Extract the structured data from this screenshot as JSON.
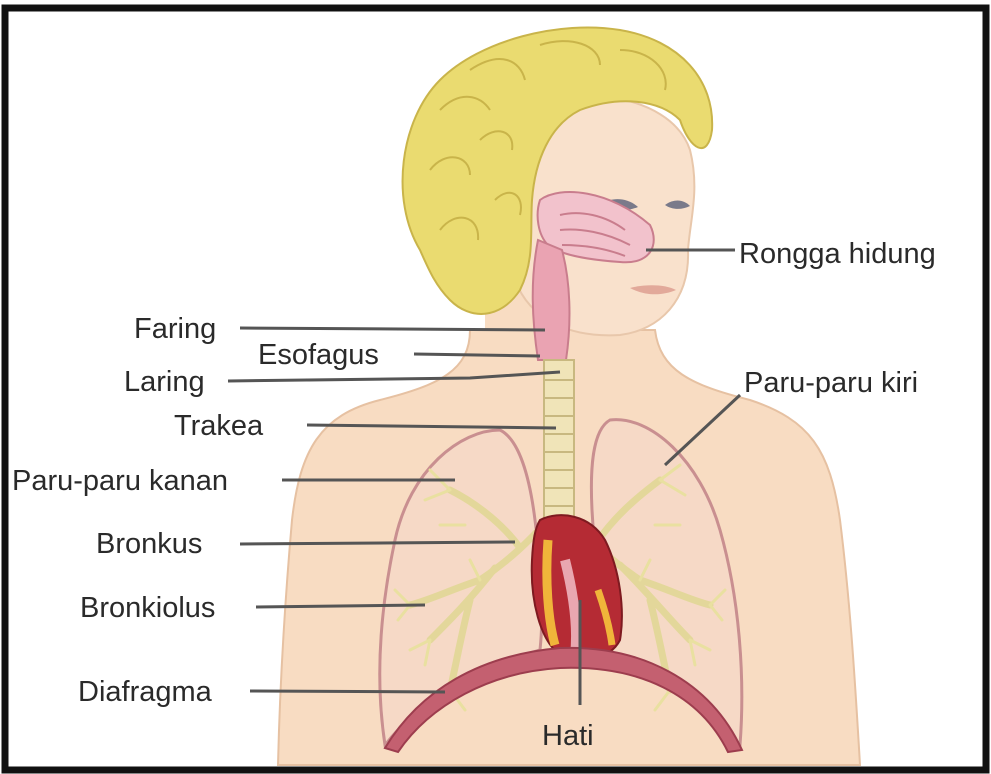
{
  "diagram": {
    "labels": {
      "rongga_hidung": "Rongga hidung",
      "faring": "Faring",
      "esofagus": "Esofagus",
      "laring": "Laring",
      "trakea": "Trakea",
      "paru_kiri": "Paru-paru kiri",
      "paru_kanan": "Paru-paru kanan",
      "bronkus": "Bronkus",
      "bronkiolus": "Bronkiolus",
      "diafragma": "Diafragma",
      "hati": "Hati"
    },
    "colors": {
      "hair": "#eadb70",
      "skin": "#f8dcc2",
      "lung": "#f6d9c6",
      "lung_outline": "#c98f90",
      "bronchi": "#e9e0a0",
      "heart": "#b52b34",
      "diaphragm": "#c46070",
      "leader_line": "#555555"
    }
  }
}
